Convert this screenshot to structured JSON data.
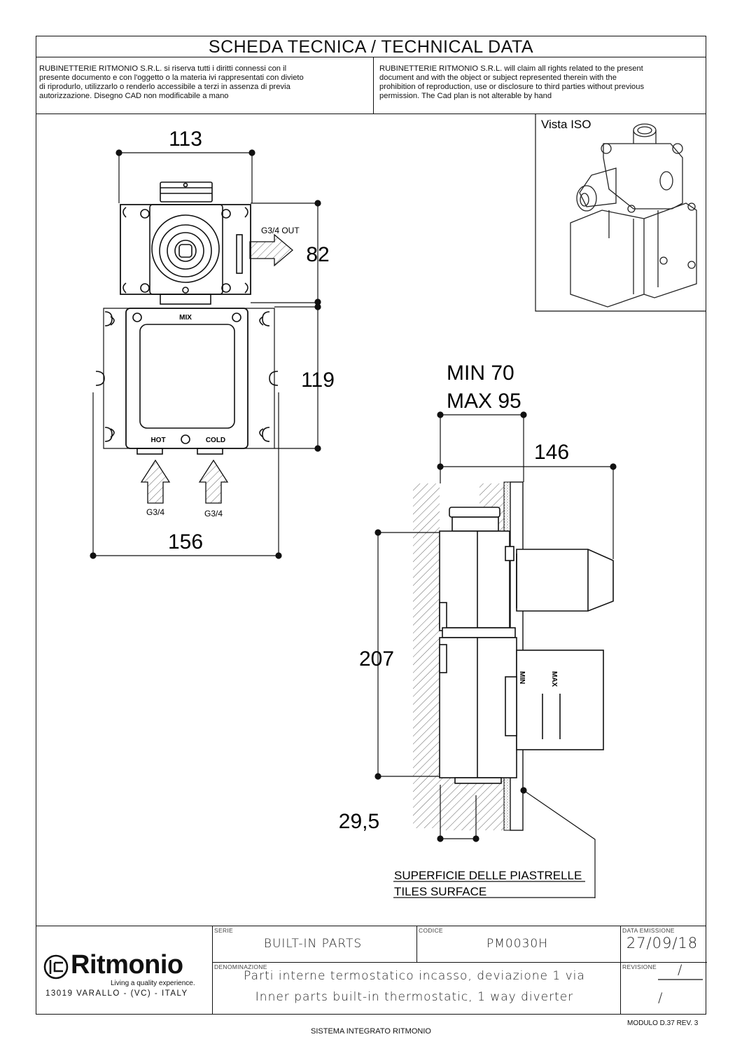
{
  "header": {
    "title": "SCHEDA TECNICA / TECHNICAL DATA",
    "notice_it": [
      "RUBINETTERIE RITMONIO S.R.L. si riserva tutti i diritti connessi con il",
      "presente documento e con l'oggetto o la materia ivi rappresentati con divieto",
      "di riprodurlo, utilizzarlo o renderlo accessibile a terzi in assenza di previa",
      "autorizzazione. Disegno CAD non modificabile a mano"
    ],
    "notice_en": [
      "RUBINETTERIE RITMONIO S.R.L. will claim all rights related to the present",
      "document and with the object or subject represented therein with the",
      "prohibition  of reproduction, use or disclosure to third parties without previous",
      "permission.  The Cad plan is not alterable by hand"
    ]
  },
  "front_view": {
    "dim_width_top": "113",
    "dim_height_top": "82",
    "dim_height_bottom": "119",
    "dim_width_bottom": "156",
    "outlet_label": "G3/4 OUT",
    "mix_label": "MIX",
    "hot_label": "HOT",
    "cold_label": "COLD",
    "inlet_left_label": "G3/4",
    "inlet_right_label": "G3/4"
  },
  "iso_view": {
    "label": "Vista ISO"
  },
  "side_view": {
    "dim_min": "MIN 70",
    "dim_max": "MAX 95",
    "dim_depth": "146",
    "dim_height": "207",
    "dim_offset": "29,5",
    "min_mark": "MIN",
    "max_mark": "MAX",
    "surface_it": "SUPERFICIE DELLE PIASTRELLE",
    "surface_en": "TILES SURFACE"
  },
  "title_block": {
    "brand": "Ritmonio",
    "tagline": "Living a quality experience.",
    "address": "13019 VARALLO - (VC) - ITALY",
    "serie_label": "SERIE",
    "serie": "BUILT-IN PARTS",
    "codice_label": "CODICE",
    "codice": "PM0030H",
    "data_label": "DATA EMISSIONE",
    "data": "27/09/18",
    "denominazione_label": "DENOMINAZIONE",
    "denominazione_it": "Parti interne termostatico incasso, deviazione 1 via",
    "denominazione_en": "Inner parts built-in thermostatic, 1 way diverter",
    "revisione_label": "REVISIONE",
    "revisione_1": "/",
    "revisione_2": "/"
  },
  "footer": {
    "system": "SISTEMA INTEGRATO RITMONIO",
    "module": "MODULO D.37 REV. 3"
  }
}
